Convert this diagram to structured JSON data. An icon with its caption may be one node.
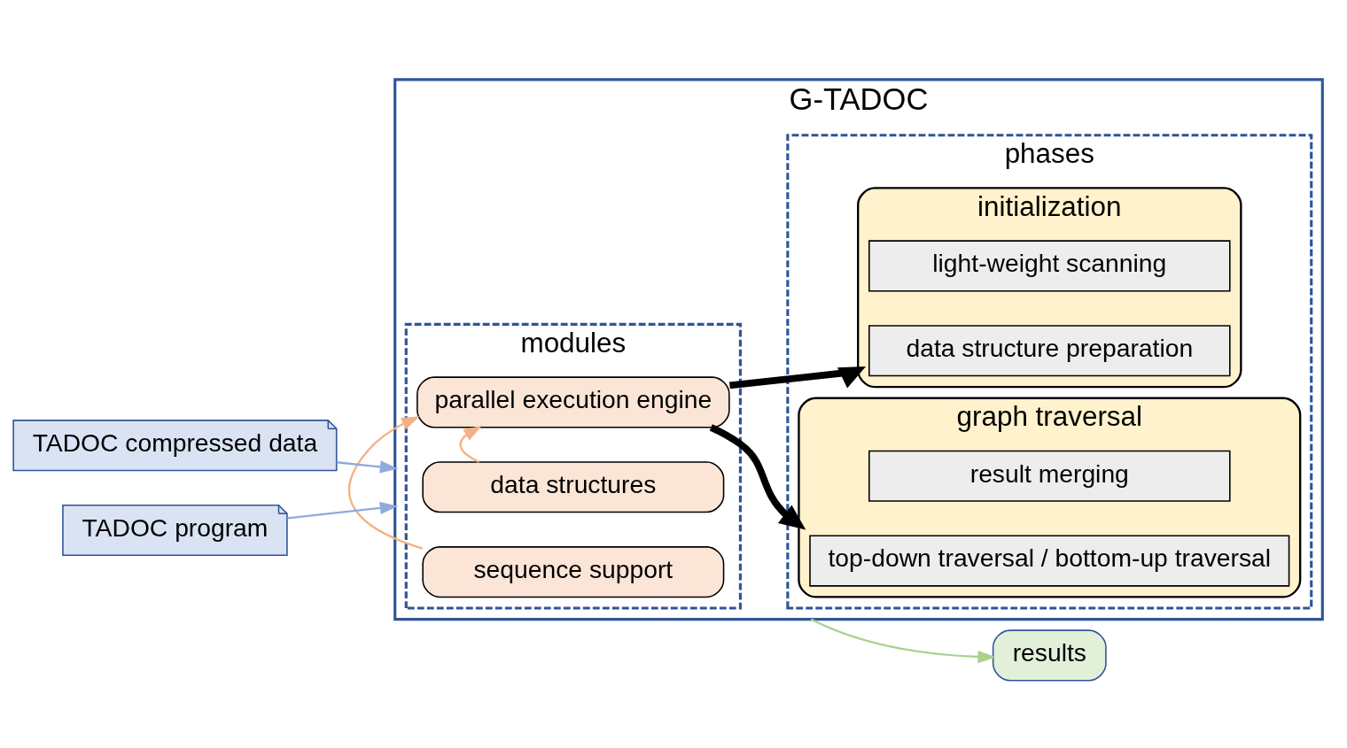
{
  "diagram": {
    "nodes": [
      {
        "text": [
          "G-TADOC"
        ]
      },
      {
        "text": [
          "modules"
        ],
        "in": 0
      },
      {
        "text": [
          "data structures"
        ],
        "in": 1
      },
      {
        "text": [
          "parallel execution engine"
        ],
        "in": 1
      },
      {
        "text": [
          "sequence support"
        ],
        "in": 1
      },
      {
        "text": [
          "phases"
        ],
        "in": 0
      },
      {
        "text": [
          "initialization"
        ],
        "in": 5
      },
      {
        "text": [
          "data structure preparation"
        ],
        "in": 6
      },
      {
        "text": [
          "light-weight scanning"
        ],
        "in": 6
      },
      {
        "text": [
          "graph traversal"
        ],
        "in": 5
      },
      {
        "text": [
          "top-down traversal / bottom-up traversal"
        ],
        "in": 9
      },
      {
        "text": [
          "result merging"
        ],
        "in": 9
      },
      {
        "text": [
          "TADOC compressed data"
        ]
      },
      {
        "text": [
          "TADOC program"
        ]
      },
      {
        "text": [
          "results"
        ]
      }
    ],
    "edges": [
      {
        "from": 12,
        "to": 0,
        "arrow": "to",
        "color": "#8faadc"
      },
      {
        "from": 13,
        "to": 0,
        "arrow": "to",
        "color": "#8faadc"
      },
      {
        "from": 0,
        "to": 14,
        "arrow": "to",
        "color": "#a9d18e"
      },
      {
        "from": 2,
        "to": 3,
        "arrow": "to",
        "color": "#f4b183"
      },
      {
        "from": 4,
        "to": 3,
        "arrow": "to",
        "color": "#f4b183"
      },
      {
        "from": 3,
        "to": 6,
        "arrow": "to",
        "style": "thick",
        "color": "#000000"
      },
      {
        "from": 3,
        "to": 9,
        "arrow": "to",
        "style": "thick",
        "color": "#000000"
      }
    ]
  }
}
